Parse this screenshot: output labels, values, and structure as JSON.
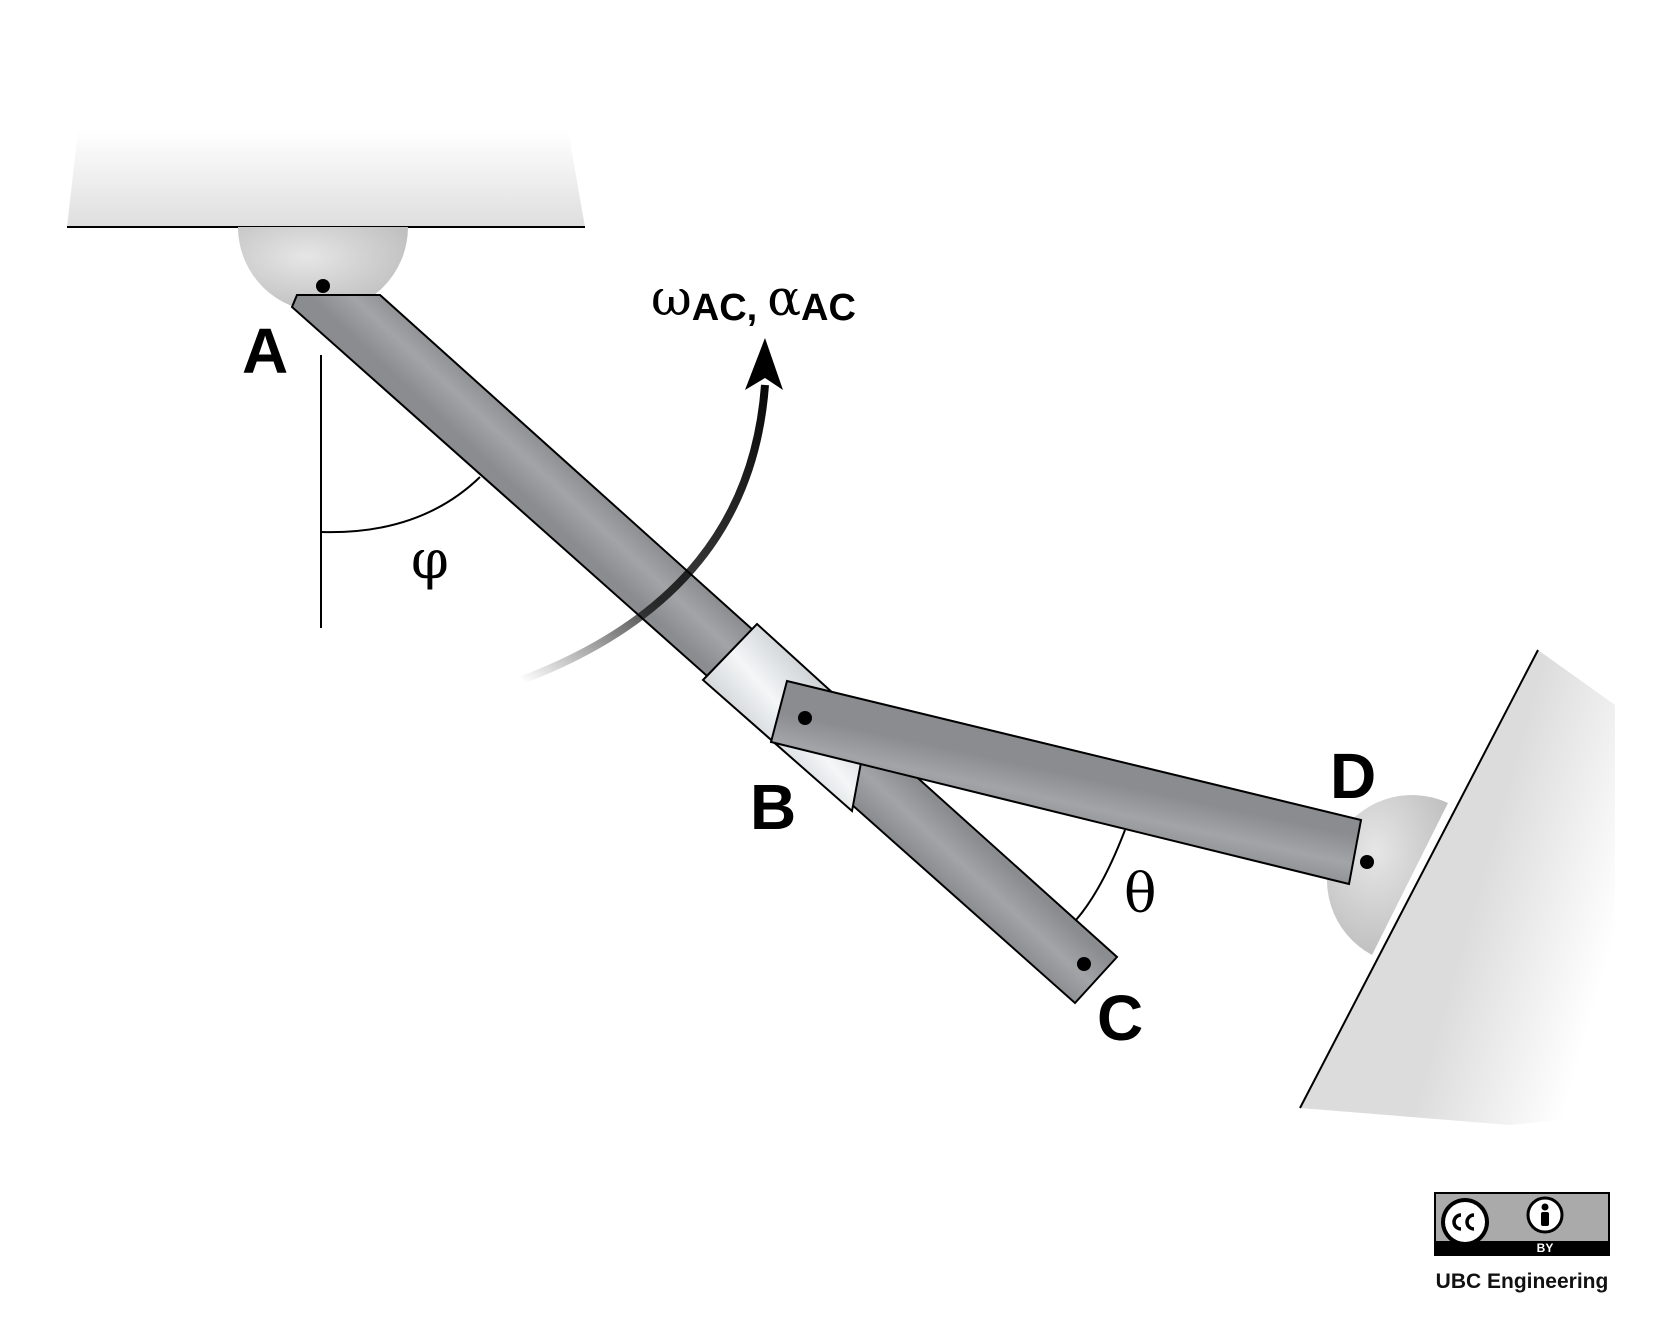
{
  "points": {
    "A": "A",
    "B": "B",
    "C": "C",
    "D": "D"
  },
  "angles": {
    "phi": "φ",
    "theta": "θ"
  },
  "motion": {
    "omega": "ω",
    "omega_sub": "AC",
    "separator": ",",
    "alpha": "α",
    "alpha_sub": "AC"
  },
  "license": {
    "by": "BY"
  },
  "credit": "UBC Engineering",
  "colors": {
    "rod": "#8f9194",
    "rod_highlight": "#a3a5a8",
    "collar": "#dfe3e6",
    "pin": "#cfcfcf",
    "ground": "#e8e8e8",
    "arrow": "#000000"
  }
}
